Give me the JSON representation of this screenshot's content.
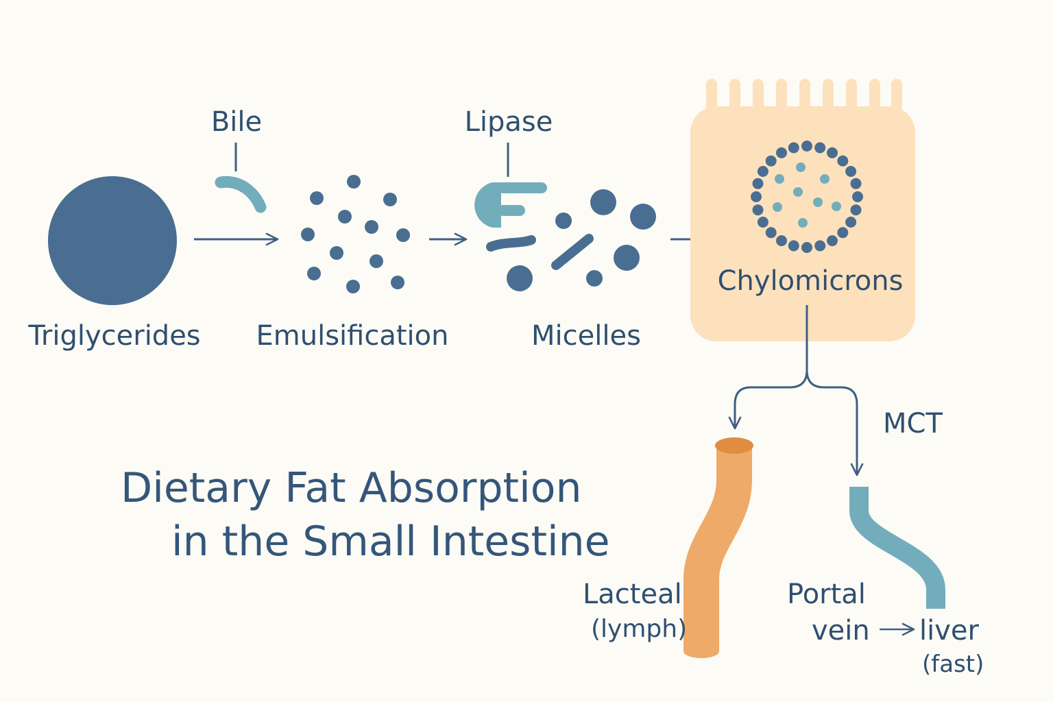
{
  "title": {
    "line1": "Dietary Fat Absorption",
    "line2": "in the Small Intestine"
  },
  "labels": {
    "triglycerides": "Triglycerides",
    "bile": "Bile",
    "emulsification": "Emulsification",
    "lipase": "Lipase",
    "micelles": "Micelles",
    "chylomicrons": "Chylomicrons",
    "mct": "MCT",
    "lacteal": "Lacteal",
    "lymph": "(lymph)",
    "portal": "Portal",
    "vein": "vein",
    "liver": "liver",
    "fast": "(fast)"
  },
  "colors": {
    "background": "#fcfbf6",
    "dark_blue": "#4a6e91",
    "teal": "#73adbb",
    "peach_cell": "#fde1bd",
    "orange_lacteal": "#eeaa68",
    "text": "#2f4f6f"
  }
}
